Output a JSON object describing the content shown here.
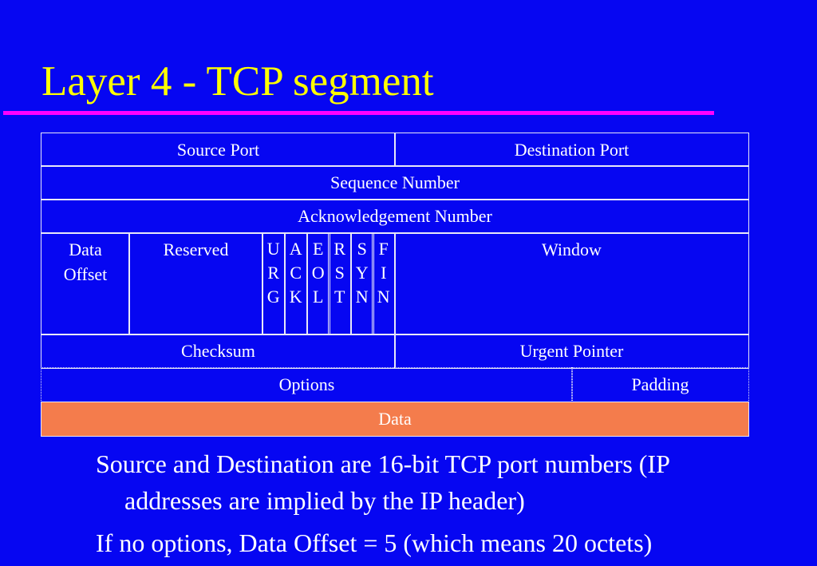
{
  "title": "Layer 4 - TCP segment",
  "segment": {
    "source_port": "Source Port",
    "destination_port": "Destination Port",
    "sequence_number": "Sequence Number",
    "acknowledgement_number": "Acknowledgement Number",
    "data_offset": "Data Offset",
    "reserved": "Reserved",
    "flags": [
      {
        "line1": "U",
        "line2": "R",
        "line3": "G"
      },
      {
        "line1": "A",
        "line2": "C",
        "line3": "K"
      },
      {
        "line1": "E",
        "line2": "O",
        "line3": "L"
      },
      {
        "line1": "R",
        "line2": "S",
        "line3": "T"
      },
      {
        "line1": "S",
        "line2": "Y",
        "line3": "N"
      },
      {
        "line1": "F",
        "line2": "I",
        "line3": "N"
      }
    ],
    "window": "Window",
    "checksum": "Checksum",
    "urgent_pointer": "Urgent Pointer",
    "options": "Options",
    "padding": "Padding",
    "data": "Data"
  },
  "colors": {
    "background": "#0606f2",
    "title": "#ffff00",
    "rule": "#ff00ff",
    "data": "#f47c4c"
  },
  "bullets": [
    {
      "line1": "Source and Destination are 16-bit TCP port numbers (IP",
      "line2": "addresses are implied by the IP header)"
    },
    {
      "line1": "If no options, Data Offset = 5 (which means 20 octets)"
    }
  ]
}
